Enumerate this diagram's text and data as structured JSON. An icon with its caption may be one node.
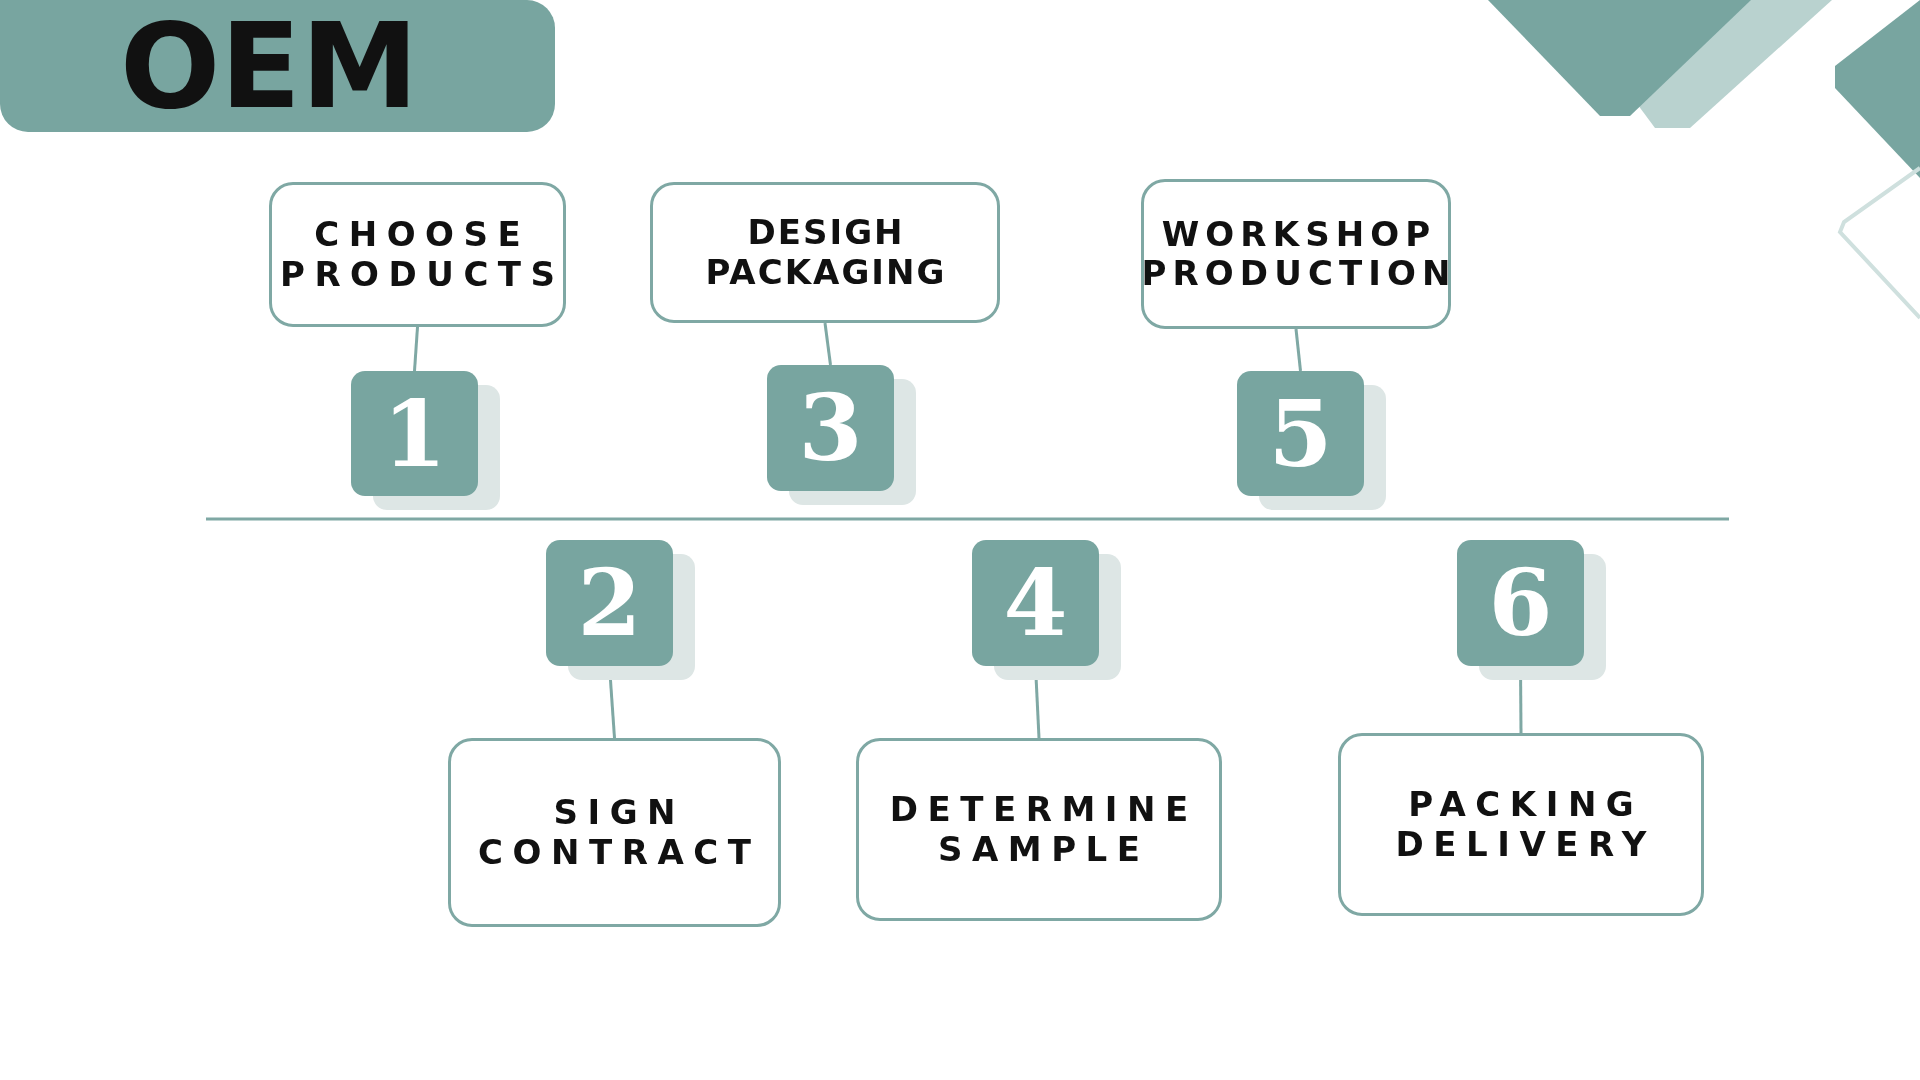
{
  "diagram": {
    "title": "OEM",
    "nodes": [
      {
        "text": [
          "CHOOSE PRODUCTS"
        ]
      },
      {
        "text": [
          "1"
        ]
      },
      {
        "text": [
          "DESIGH PACKAGING"
        ]
      },
      {
        "text": [
          "3"
        ]
      },
      {
        "text": [
          "WORKSHOP PRODUCTION"
        ]
      },
      {
        "text": [
          "5"
        ]
      },
      {
        "text": [
          "2"
        ]
      },
      {
        "text": [
          "4"
        ]
      },
      {
        "text": [
          "6"
        ]
      },
      {
        "text": [
          "SIGN CONTRACT"
        ]
      },
      {
        "text": [
          "DETERMINE SAMPLE"
        ]
      },
      {
        "text": [
          "PACKING DELIVERY"
        ]
      }
    ],
    "edges": [
      {
        "from": 0,
        "to": 1,
        "arrow": "none"
      },
      {
        "from": 2,
        "to": 3,
        "arrow": "none"
      },
      {
        "from": 4,
        "to": 5,
        "arrow": "none"
      },
      {
        "from": 6,
        "to": 9,
        "arrow": "none"
      },
      {
        "from": 7,
        "to": 10,
        "arrow": "none"
      },
      {
        "from": 8,
        "to": 11,
        "arrow": "none"
      }
    ]
  }
}
